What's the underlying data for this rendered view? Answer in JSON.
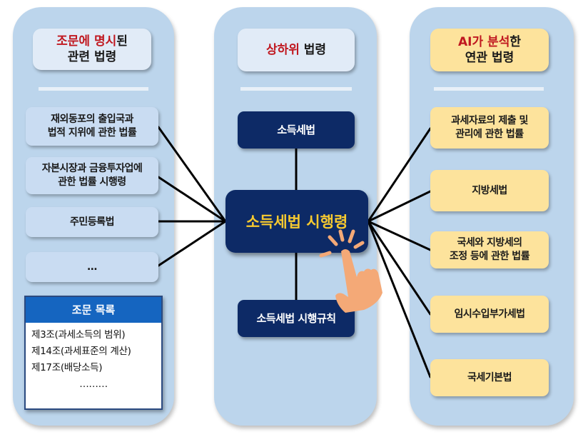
{
  "left_column": {
    "header": {
      "highlight": "조문에 명시",
      "rest_line1": "된",
      "line2": "관련 법령"
    },
    "items": [
      {
        "line1": "재외동포의 출입국과",
        "line2": "법적 지위에 관한 법률"
      },
      {
        "line1": "자본시장과 금융투자업에",
        "line2": "관한 법률 시행령"
      },
      {
        "line1": "주민등록법",
        "line2": ""
      },
      {
        "line1": "…",
        "line2": ""
      }
    ],
    "article_box": {
      "title": "조문 목록",
      "articles": [
        "제3조(과세소득의 범위)",
        "제14조(과세표준의 계산)",
        "제17조(배당소득)"
      ],
      "more": "………"
    }
  },
  "middle_column": {
    "header": {
      "highlight": "상하위",
      "rest": " 법령"
    },
    "upper": "소득세법",
    "center": "소득세법 시행령",
    "lower": "소득세법 시행규칙"
  },
  "right_column": {
    "header": {
      "highlight": "AI가 분석",
      "rest_line1": "한",
      "line2": "연관 법령"
    },
    "items": [
      {
        "line1": "과세자료의 제출 및",
        "line2": "관리에 관한 법률"
      },
      {
        "line1": "지방세법",
        "line2": ""
      },
      {
        "line1": "국세와 지방세의",
        "line2": "조정 등에 관한 법률"
      },
      {
        "line1": "임시수입부가세법",
        "line2": ""
      },
      {
        "line1": "국세기본법",
        "line2": ""
      }
    ]
  },
  "icons": {
    "pointer": "hand-pointer-click-icon"
  },
  "colors": {
    "column_bg": "#bcd5ec",
    "highlight_red": "#c01820",
    "navy": "#0d2a66",
    "gold_text": "#f6c930",
    "yellow_box": "#fde39c",
    "blue_box": "#c9dcf2",
    "article_header": "#1565c0",
    "hand": "#f4a977"
  }
}
